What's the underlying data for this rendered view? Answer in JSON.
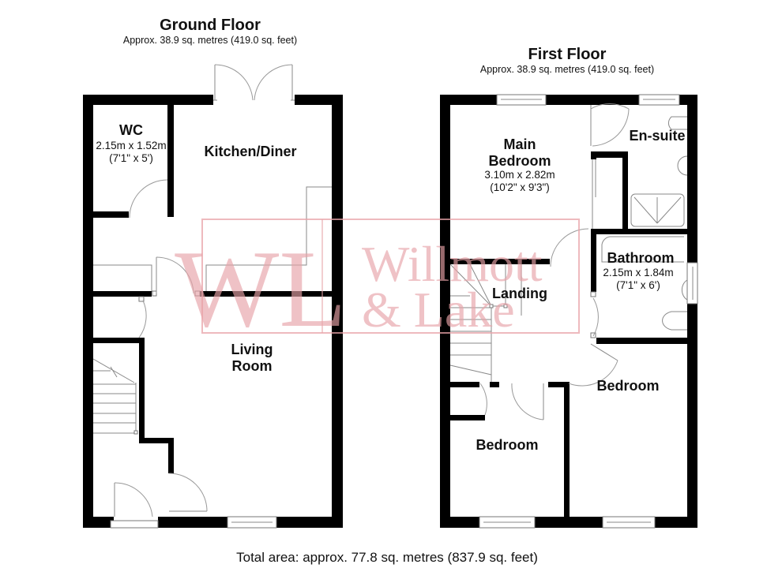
{
  "ground_floor": {
    "title": "Ground Floor",
    "area": "Approx. 38.9 sq. metres (419.0 sq. feet)",
    "rooms": {
      "wc": {
        "name": "WC",
        "dim_m": "2.15m x 1.52m",
        "dim_ft": "(7'1\" x 5')"
      },
      "kitchen": {
        "name": "Kitchen/Diner"
      },
      "living_line1": "Living",
      "living_line2": "Room"
    }
  },
  "first_floor": {
    "title": "First Floor",
    "area": "Approx. 38.9 sq. metres (419.0 sq. feet)",
    "rooms": {
      "main_bedroom_line1": "Main",
      "main_bedroom_line2": "Bedroom",
      "main_bedroom_dim_m": "3.10m x 2.82m",
      "main_bedroom_dim_ft": "(10'2\" x 9'3\")",
      "ensuite": "En-suite",
      "bathroom": {
        "name": "Bathroom",
        "dim_m": "2.15m x 1.84m",
        "dim_ft": "(7'1\" x 6')"
      },
      "landing": "Landing",
      "bedroom_right": "Bedroom",
      "bedroom_left": "Bedroom"
    }
  },
  "watermark": {
    "monogram": "WL",
    "line1": "Willmott",
    "line2": "& Lake",
    "color": "#e8a3a8"
  },
  "footer": {
    "total_area": "Total area: approx. 77.8 sq. metres (837.9 sq. feet)"
  },
  "colors": {
    "walls": "#000000",
    "fixtures": "#888888",
    "background": "#ffffff"
  }
}
